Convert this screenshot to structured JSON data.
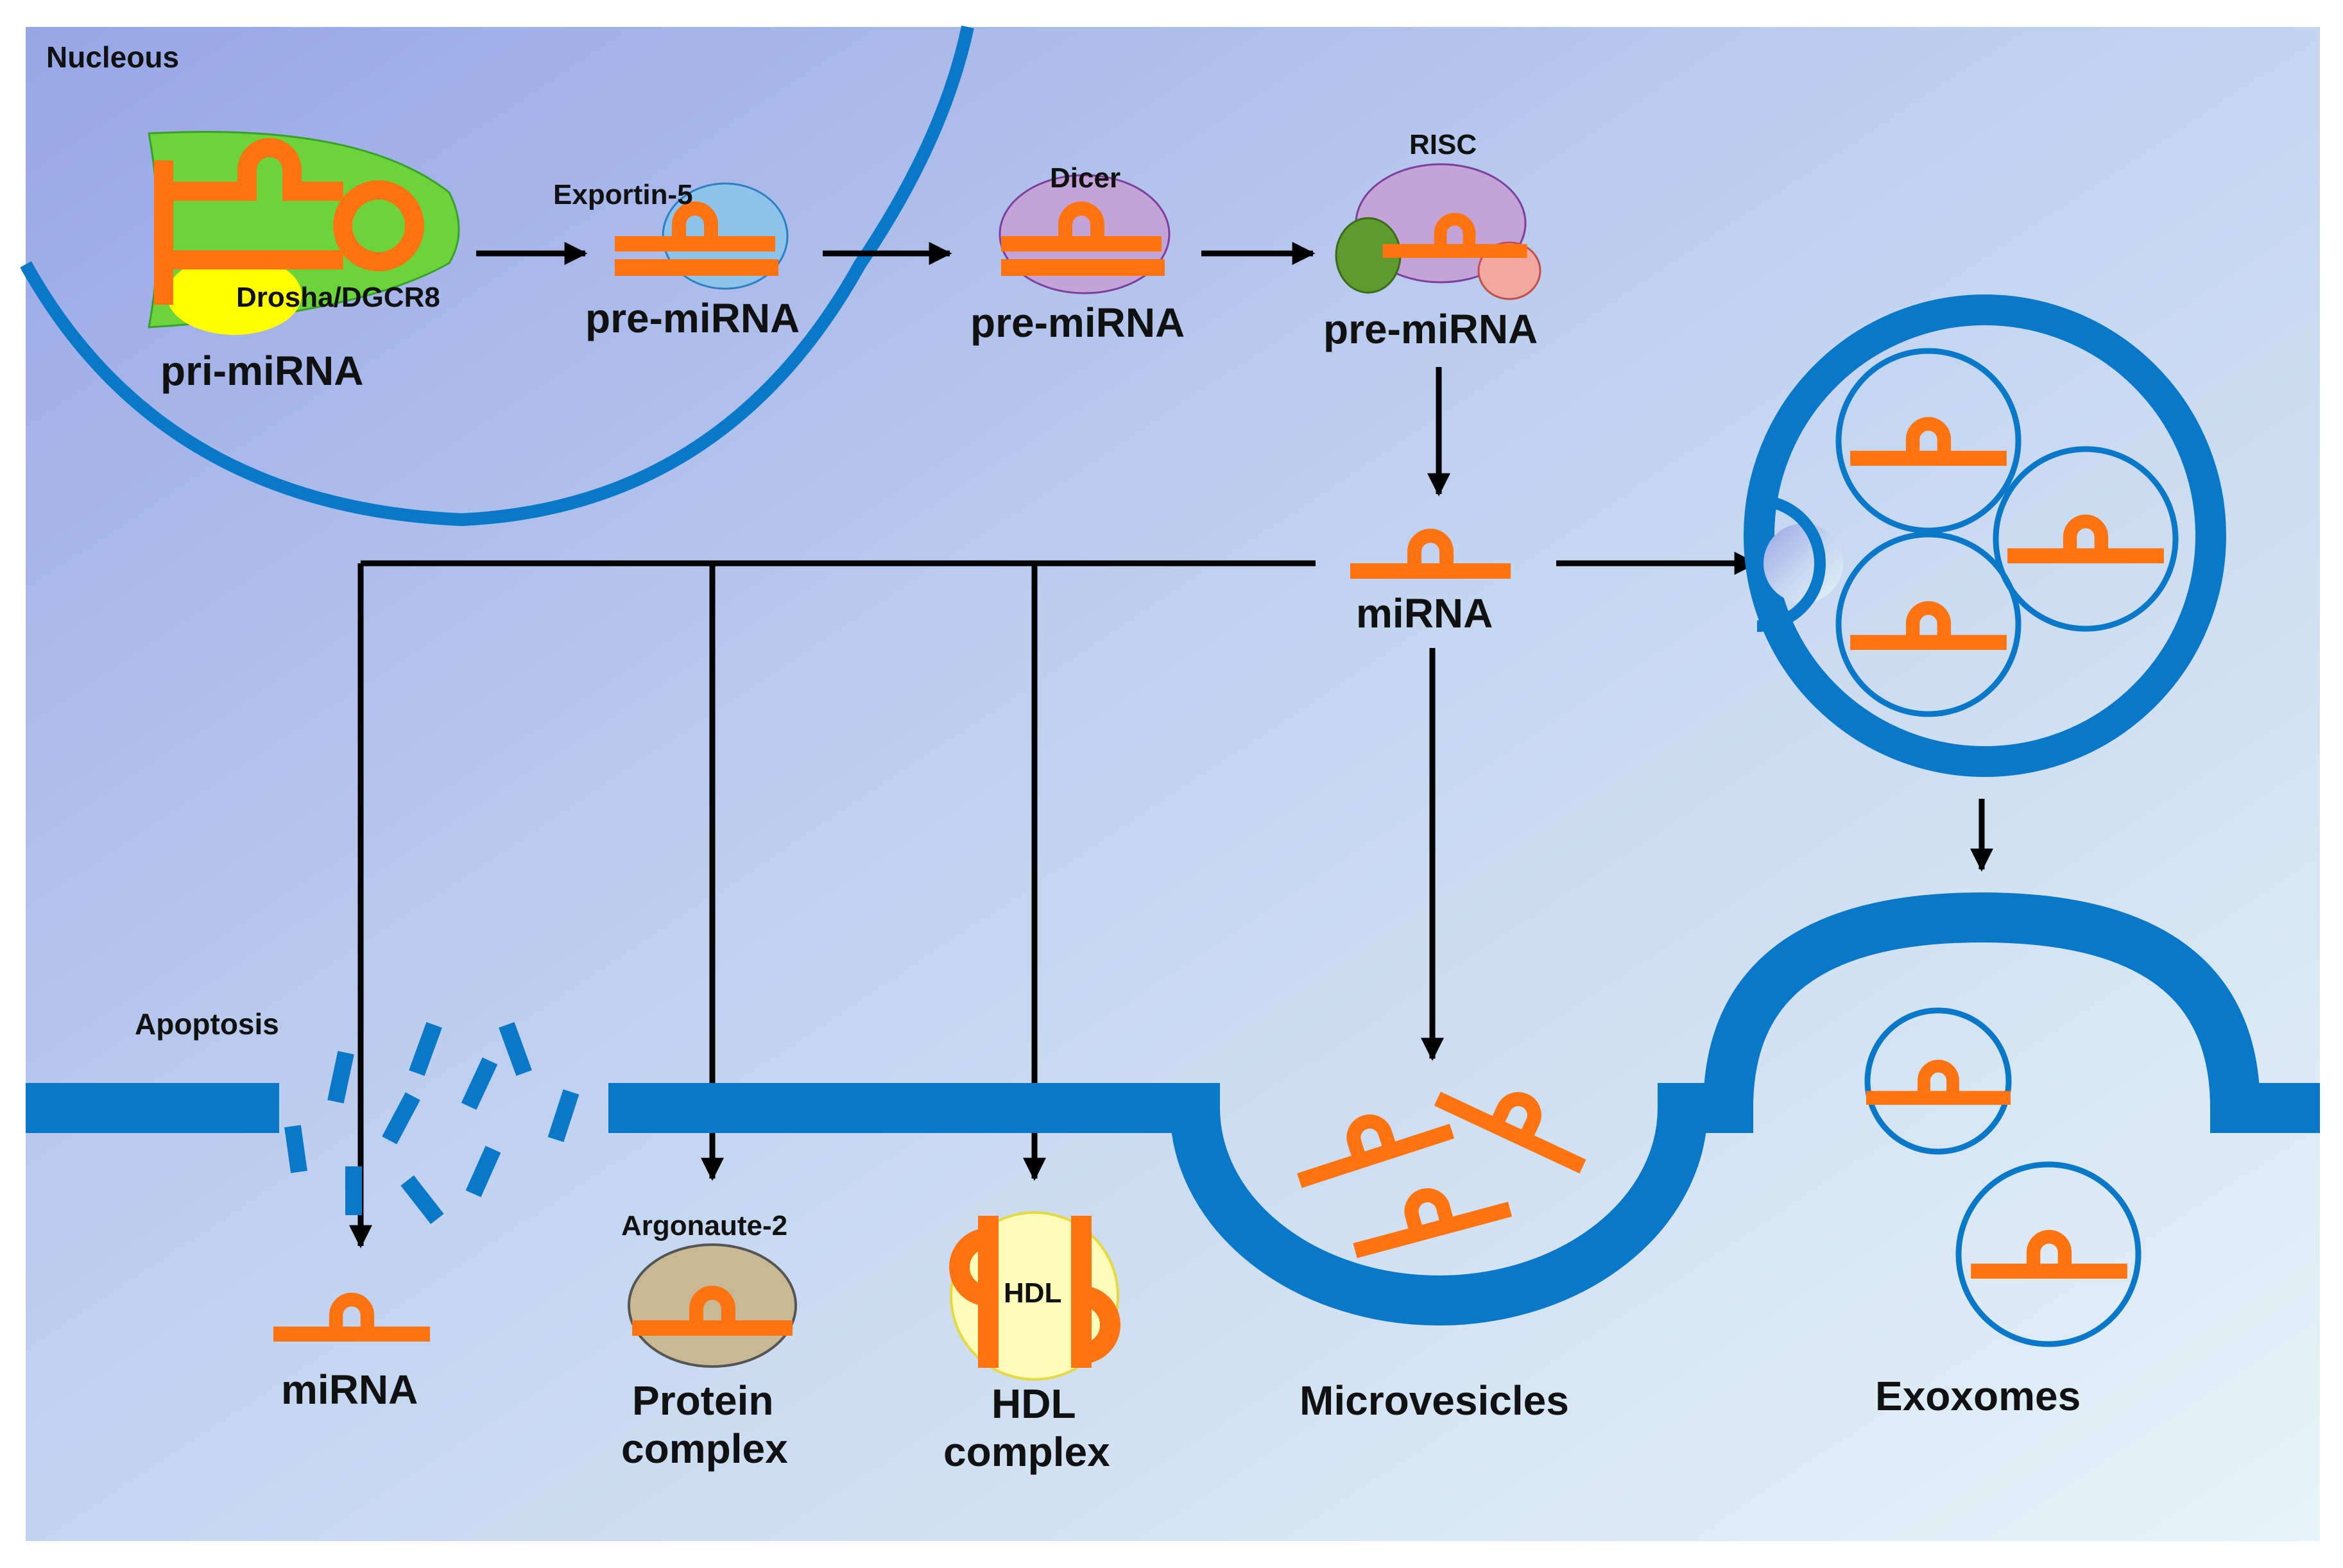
{
  "colors": {
    "membrane": "#0a78c8",
    "mirna": "#ff7410",
    "arrow": "#000000",
    "nucleus_bg": "#8a9ee2",
    "drosha_green": "#6ad43a",
    "drosha_yellow": "#ffff00",
    "exportin_blue": "#8ec3ec",
    "dicer_purple": "#c4a3d6",
    "risc_purple": "#c4a3d6",
    "risc_green": "#5f9a2e",
    "risc_pink": "#f2a8a0",
    "argonaute_tan": "#c8b893",
    "hdl_yellow": "#fffbb8"
  },
  "labels": {
    "nucleus": "Nucleous",
    "drosha": "Drosha/DGCR8",
    "pri_mirna": "pri-miRNA",
    "exportin": "Exportin-5",
    "pre_mirna_1": "pre-miRNA",
    "dicer": "Dicer",
    "pre_mirna_2": "pre-miRNA",
    "risc": "RISC",
    "pre_mirna_3": "pre-miRNA",
    "mirna_center": "miRNA",
    "apoptosis": "Apoptosis",
    "mirna_free": "miRNA",
    "argonaute": "Argonaute-2",
    "protein_complex_1": "Protein",
    "protein_complex_2": "complex",
    "hdl": "HDL",
    "hdl_complex_1": "HDL",
    "hdl_complex_2": "complex",
    "microvesicles": "Microvesicles",
    "exoxomes": "Exoxomes"
  }
}
